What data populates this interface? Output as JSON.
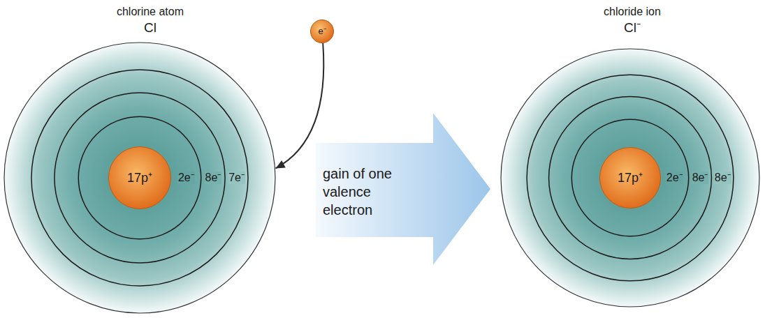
{
  "diagram": {
    "nodes": [
      {
        "text": [
          "chlorine atom",
          "Cl",
          "2e⁻",
          "8e⁻",
          "7e⁻"
        ]
      },
      {
        "text": [
          "17p⁺"
        ],
        "in": 0
      },
      {
        "text": [
          "e⁻"
        ]
      },
      {
        "text": [
          "gain of one valence electron"
        ]
      },
      {
        "text": [
          "chloride ion",
          "Cl⁻",
          "2e⁻",
          "8e⁻",
          "8e⁻"
        ]
      },
      {
        "text": [
          "17p⁺"
        ],
        "in": 4
      }
    ],
    "edges": [
      {
        "from": 2,
        "to": 0,
        "arrow": "to"
      }
    ]
  }
}
